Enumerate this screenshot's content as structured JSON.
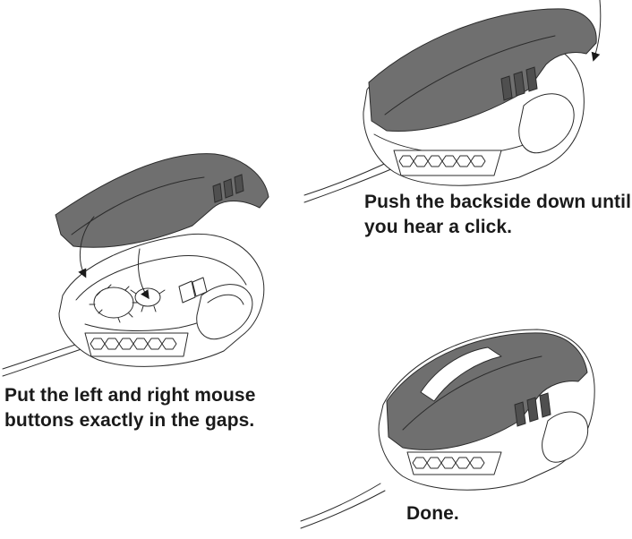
{
  "steps": [
    {
      "id": "step-insert-buttons",
      "caption_lines": [
        "Put the left and right mouse",
        "buttons exactly in the gaps."
      ]
    },
    {
      "id": "step-push-backside",
      "caption_lines": [
        "Push the backside down until",
        "you hear a click."
      ]
    },
    {
      "id": "step-done",
      "caption_lines": [
        "Done."
      ]
    }
  ],
  "colors": {
    "shell_fill": "#6f6f6f",
    "shell_highlight": "#8a8a8a",
    "line": "#2b2b2b",
    "text": "#1a1a1a",
    "background": "#ffffff"
  },
  "icons": [
    "arrow-down-icon"
  ]
}
